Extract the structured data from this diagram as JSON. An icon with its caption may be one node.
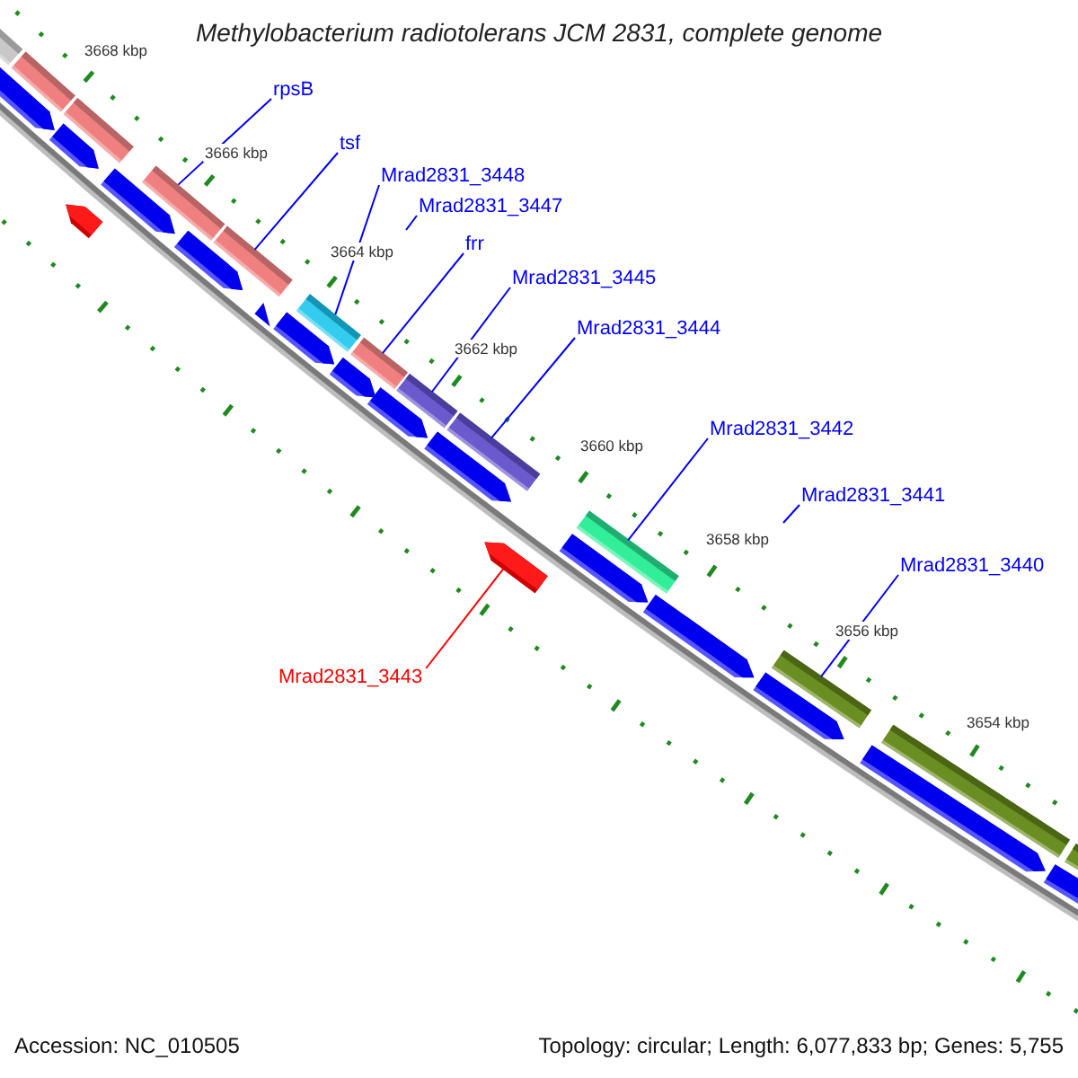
{
  "diagram": {
    "title": "Methylobacterium radiotolerans JCM 2831, complete genome",
    "nodes": [
      {
        "text": [
          "rpsB"
        ]
      },
      {
        "text": [
          "tsf"
        ]
      },
      {
        "text": [
          "Mrad2831_3448"
        ]
      },
      {
        "text": [
          "Mrad2831_3447"
        ]
      },
      {
        "text": [
          "frr"
        ]
      },
      {
        "text": [
          "Mrad2831_3445"
        ]
      },
      {
        "text": [
          "Mrad2831_3444"
        ]
      },
      {
        "text": [
          "Mrad2831_3442"
        ]
      },
      {
        "text": [
          "Mrad2831_3441"
        ]
      },
      {
        "text": [
          "Mrad2831_3440"
        ]
      },
      {
        "text": [
          "Mrad2831_3443"
        ]
      },
      {
        "text": [],
        "shape": "bar"
      },
      {
        "text": [],
        "shape": "arrow"
      },
      {
        "text": [],
        "shape": "bar"
      },
      {
        "text": [],
        "shape": "arrow"
      },
      {
        "text": [],
        "shape": "arrow"
      },
      {
        "text": [],
        "shape": "bar"
      },
      {
        "text": [],
        "shape": "arrow"
      },
      {
        "text": [],
        "shape": "bar"
      },
      {
        "text": [],
        "shape": "arrow"
      },
      {
        "text": [],
        "shape": "bar"
      },
      {
        "text": [],
        "shape": "arrow"
      },
      {
        "text": [],
        "shape": "arrow"
      },
      {
        "text": [],
        "shape": "bar"
      },
      {
        "text": [],
        "shape": "arrow"
      },
      {
        "text": [],
        "shape": "bar"
      },
      {
        "text": [],
        "shape": "arrow"
      },
      {
        "text": [],
        "shape": "bar"
      },
      {
        "text": [],
        "shape": "arrow"
      },
      {
        "text": [],
        "shape": "bar"
      },
      {
        "text": [],
        "shape": "arrow"
      },
      {
        "text": [],
        "shape": "arrow"
      },
      {
        "text": [],
        "shape": "bar"
      },
      {
        "text": [],
        "shape": "arrow"
      },
      {
        "text": [],
        "shape": "arrow"
      },
      {
        "text": [],
        "shape": "bar"
      },
      {
        "text": [],
        "shape": "arrow"
      },
      {
        "text": [],
        "shape": "bar"
      },
      {
        "text": [],
        "shape": "arrow"
      },
      {
        "text": [],
        "shape": "bar"
      }
    ],
    "edges": [
      {
        "from": 0,
        "to": 18,
        "arrow": "none"
      },
      {
        "from": 1,
        "to": 20,
        "arrow": "none"
      },
      {
        "from": 2,
        "to": 23,
        "arrow": "none"
      },
      {
        "from": 3,
        "to": null,
        "arrow": "none"
      },
      {
        "from": 4,
        "to": 25,
        "arrow": "none"
      },
      {
        "from": 5,
        "to": 27,
        "arrow": "none"
      },
      {
        "from": 6,
        "to": 29,
        "arrow": "none"
      },
      {
        "from": 7,
        "to": 32,
        "arrow": "none"
      },
      {
        "from": 8,
        "to": null,
        "arrow": "none"
      },
      {
        "from": 9,
        "to": 35,
        "arrow": "none"
      },
      {
        "from": 10,
        "to": 30,
        "arrow": "none",
        "color": "#ff0000"
      }
    ],
    "labels": [
      "3668 kbp",
      "3666 kbp",
      "3664 kbp",
      "3662 kbp",
      "3660 kbp",
      "3658 kbp",
      "3656 kbp",
      "3654 kbp",
      "Accession: NC_010505",
      "Topology: circular; Length: 6,077,833 bp; Genes: 5,755"
    ]
  }
}
